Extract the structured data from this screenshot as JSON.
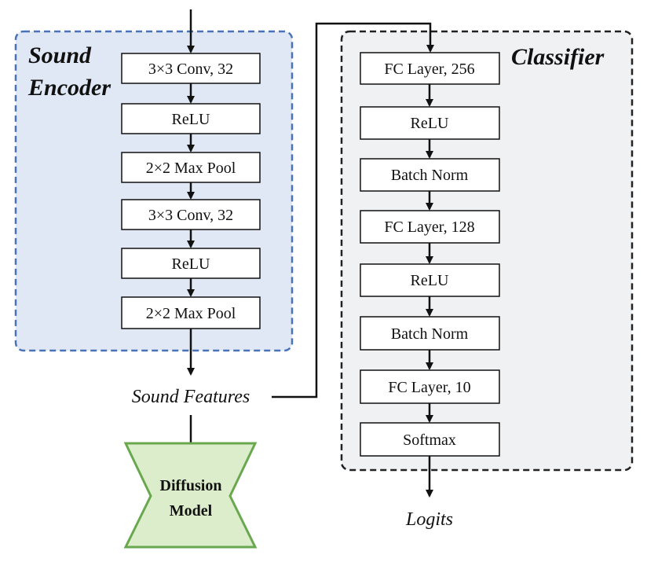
{
  "encoder": {
    "title_line1": "Sound",
    "title_line2": "Encoder",
    "layers": [
      "3×3 Conv, 32",
      "ReLU",
      "2×2 Max Pool",
      "3×3 Conv, 32",
      "ReLU",
      "2×2 Max Pool"
    ]
  },
  "classifier": {
    "title": "Classifier",
    "layers": [
      "FC Layer, 256",
      "ReLU",
      "Batch Norm",
      "FC Layer, 128",
      "ReLU",
      "Batch Norm",
      "FC Layer, 10",
      "Softmax"
    ]
  },
  "sound_features_label": "Sound Features",
  "diffusion": {
    "line1": "Diffusion",
    "line2": "Model"
  },
  "logits_label": "Logits",
  "colors": {
    "encoder_fill": "#dfe8f4",
    "encoder_border": "#4a72b8",
    "classifier_fill": "#eff1f3",
    "classifier_border": "#222222",
    "diffusion_fill": "#dcedcc",
    "diffusion_border": "#6aa84f"
  }
}
